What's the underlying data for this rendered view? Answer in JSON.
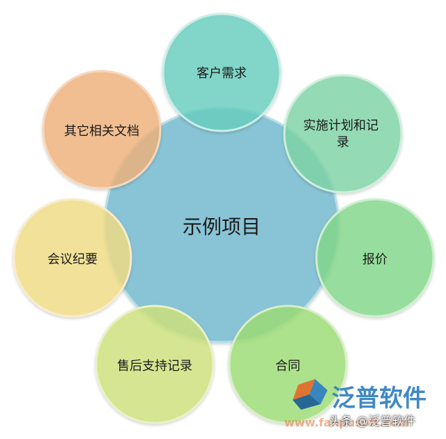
{
  "diagram": {
    "center": {
      "label": "示例项目",
      "color": "#79bdd2"
    },
    "nodes": [
      {
        "label": "客户需求",
        "color": "#69cfc0"
      },
      {
        "label": "实施计划和记录",
        "color": "#7fd6a8"
      },
      {
        "label": "报价",
        "color": "#85d98c"
      },
      {
        "label": "合同",
        "color": "#9fde76"
      },
      {
        "label": "售后支持记录",
        "color": "#cfe37c"
      },
      {
        "label": "会议纪要",
        "color": "#f3df86"
      },
      {
        "label": "其它相关文档",
        "color": "#f1b37c"
      }
    ]
  },
  "watermark": {
    "brand": "泛普软件",
    "url": "www.fanpusoft.com",
    "caption": "头条 @泛普软件",
    "brand_color": "#2f7fc1"
  }
}
